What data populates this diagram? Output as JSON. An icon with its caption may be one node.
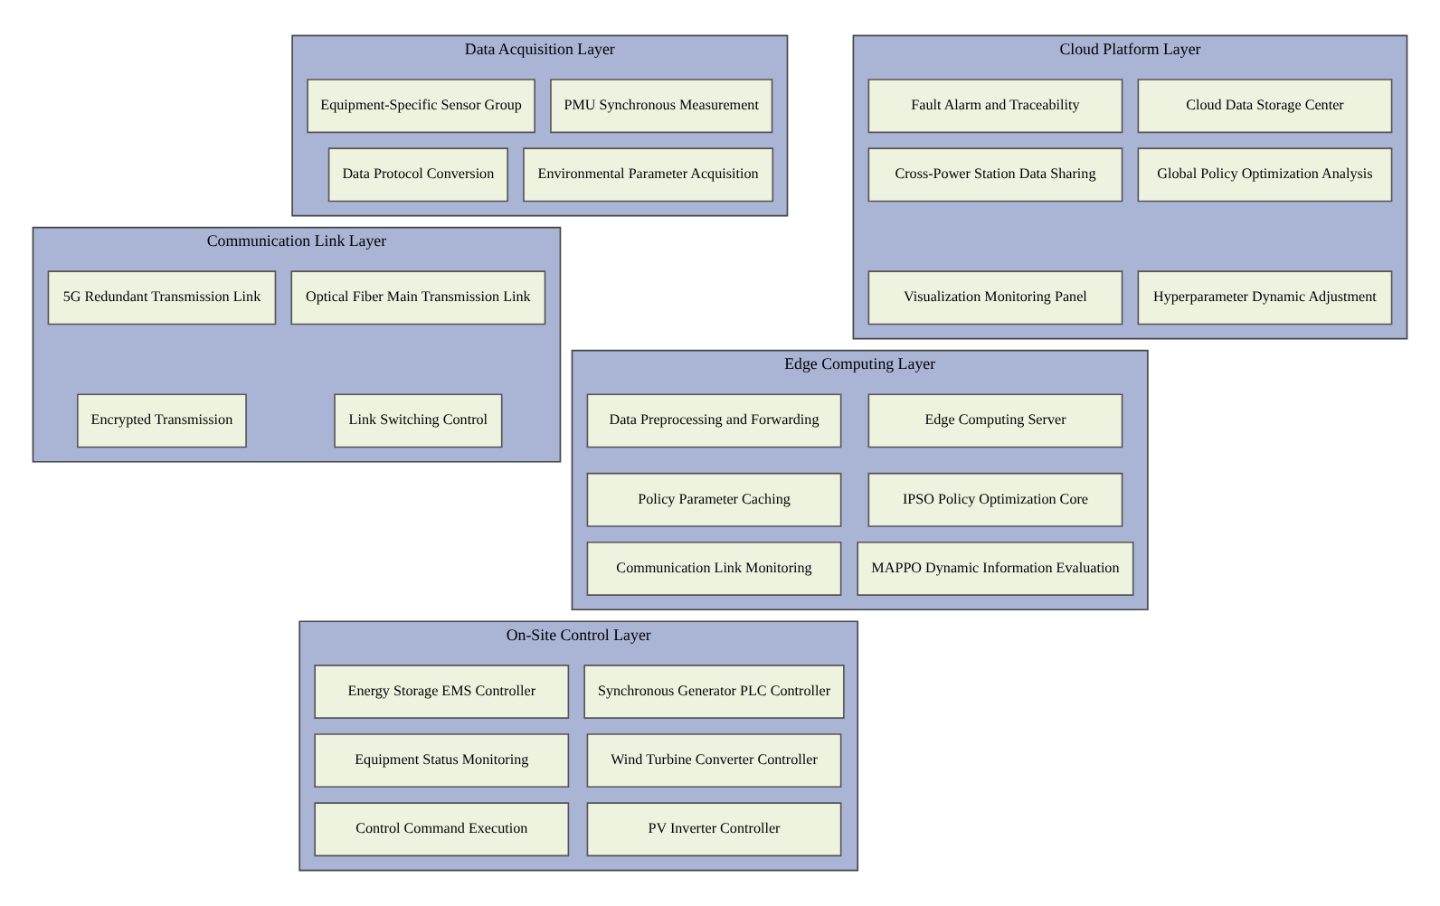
{
  "diagram": {
    "nodes": [
      {
        "text": [
          "Data Acquisition Layer"
        ]
      },
      {
        "text": [
          "PMU Synchronous Measurement"
        ],
        "in": 0
      },
      {
        "text": [
          "Equipment-Specific Sensor Group"
        ],
        "in": 0
      },
      {
        "text": [
          "Environmental Parameter Acquisition"
        ],
        "in": 0
      },
      {
        "text": [
          "Data Protocol Conversion"
        ],
        "in": 0
      },
      {
        "text": [
          "Communication Link Layer"
        ]
      },
      {
        "text": [
          "Optical Fiber Main Transmission Link"
        ],
        "in": 5
      },
      {
        "text": [
          "5G Redundant Transmission Link"
        ],
        "in": 5
      },
      {
        "text": [
          "Link Switching Control"
        ],
        "in": 5
      },
      {
        "text": [
          "Encrypted Transmission"
        ],
        "in": 5
      },
      {
        "text": [
          "Cloud Platform Layer"
        ]
      },
      {
        "text": [
          "Cloud Data Storage Center"
        ],
        "in": 10
      },
      {
        "text": [
          "Fault Alarm and Traceability"
        ],
        "in": 10
      },
      {
        "text": [
          "Global Policy Optimization Analysis"
        ],
        "in": 10
      },
      {
        "text": [
          "Cross-Power Station Data Sharing"
        ],
        "in": 10
      },
      {
        "text": [
          "Hyperparameter Dynamic Adjustment"
        ],
        "in": 10
      },
      {
        "text": [
          "Visualization Monitoring Panel"
        ],
        "in": 10
      },
      {
        "text": [
          "Edge Computing Layer"
        ]
      },
      {
        "text": [
          "Edge Computing Server"
        ],
        "in": 17
      },
      {
        "text": [
          "Data Preprocessing and Forwarding"
        ],
        "in": 17
      },
      {
        "text": [
          "IPSO Policy Optimization Core"
        ],
        "in": 17
      },
      {
        "text": [
          "Policy Parameter Caching"
        ],
        "in": 17
      },
      {
        "text": [
          "MAPPO Dynamic Information Evaluation"
        ],
        "in": 17
      },
      {
        "text": [
          "Communication Link Monitoring"
        ],
        "in": 17
      },
      {
        "text": [
          "On-Site Control Layer"
        ]
      },
      {
        "text": [
          "Synchronous Generator PLC Controller"
        ],
        "in": 24
      },
      {
        "text": [
          "Energy Storage EMS Controller"
        ],
        "in": 24
      },
      {
        "text": [
          "Wind Turbine Converter Controller"
        ],
        "in": 24
      },
      {
        "text": [
          "Equipment Status Monitoring"
        ],
        "in": 24
      },
      {
        "text": [
          "PV Inverter Controller"
        ],
        "in": 24
      },
      {
        "text": [
          "Control Command Execution"
        ],
        "in": 24
      }
    ],
    "edges": []
  }
}
